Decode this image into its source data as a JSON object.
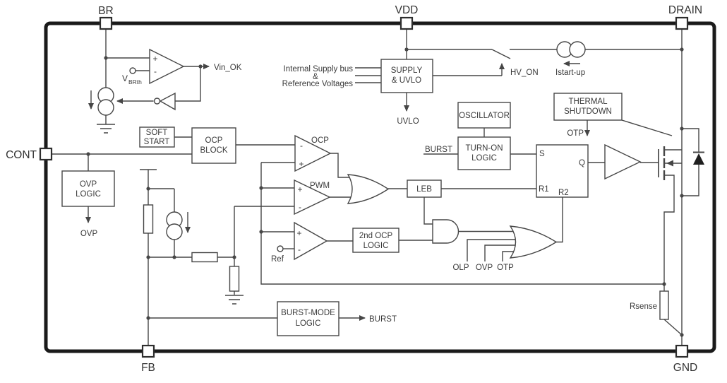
{
  "pins": {
    "br": "BR",
    "vdd": "VDD",
    "drain": "DRAIN",
    "cont": "CONT",
    "fb": "FB",
    "gnd": "GND"
  },
  "blocks": {
    "soft_start": {
      "l1": "SOFT",
      "l2": "START"
    },
    "ocp_block": {
      "l1": "OCP",
      "l2": "BLOCK"
    },
    "ovp_logic": {
      "l1": "OVP",
      "l2": "LOGIC"
    },
    "supply_uvlo": {
      "l1": "SUPPLY",
      "l2": "& UVLO"
    },
    "oscillator": {
      "l1": "OSCILLATOR"
    },
    "turn_on_logic": {
      "l1": "TURN-ON",
      "l2": "LOGIC"
    },
    "thermal_shutdown": {
      "l1": "THERMAL",
      "l2": "SHUTDOWN"
    },
    "leb": {
      "l1": "LEB"
    },
    "second_ocp_logic": {
      "l1": "2nd OCP",
      "l2": "LOGIC"
    },
    "burst_mode_logic": {
      "l1": "BURST-MODE",
      "l2": "LOGIC"
    }
  },
  "latch": {
    "s": "S",
    "q": "Q",
    "r1": "R1",
    "r2": "R2"
  },
  "signals": {
    "vin_ok": "Vin_OK",
    "vbrth_main": "V",
    "vbrth_sub": "BRth",
    "uvlo": "UVLO",
    "hv_on": "HV_ON",
    "istartup": "Istart-up",
    "otp_thermal": "OTP",
    "burst_in": "BURST",
    "burst_out": "BURST",
    "ocp": "OCP",
    "pwm": "PWM",
    "ref": "Ref",
    "olp": "OLP",
    "ovp": "OVP",
    "otp": "OTP",
    "ovp_out": "OVP",
    "rsense": "Rsense"
  },
  "supply_text": {
    "l1": "Internal Supply bus",
    "l2": "&",
    "l3": "Reference Voltages"
  },
  "symbols": {
    "plus": "+",
    "minus": "-"
  },
  "colors": {
    "background": "#ffffff",
    "line": "#464646",
    "border": "#1a1a1a",
    "text": "#3a3a3a",
    "diode_fill": "#1f1f1f"
  }
}
